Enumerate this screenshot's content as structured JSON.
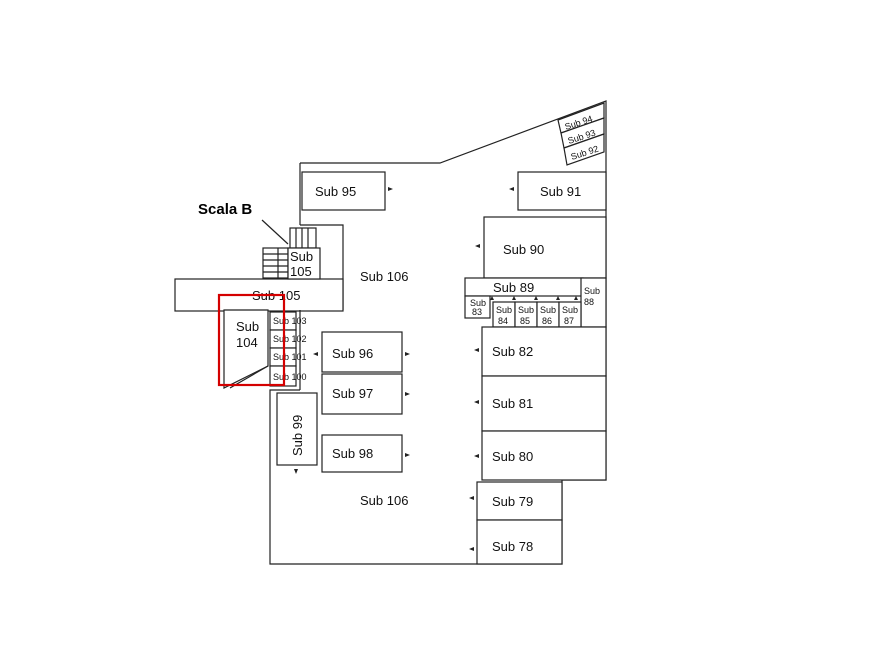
{
  "plan": {
    "scala_label": "Scala B",
    "labels": {
      "sub94": "Sub 94",
      "sub93": "Sub 93",
      "sub92": "Sub 92",
      "sub95": "Sub 95",
      "sub91": "Sub 91",
      "sub90": "Sub 90",
      "sub105a": "Sub",
      "sub105b": "105",
      "sub105_corridor": "Sub 105",
      "sub106_top": "Sub 106",
      "sub89": "Sub 89",
      "sub88a": "Sub",
      "sub88b": "88",
      "sub83a": "Sub",
      "sub83b": "83",
      "sub84a": "Sub",
      "sub84b": "84",
      "sub85a": "Sub",
      "sub85b": "85",
      "sub86a": "Sub",
      "sub86b": "86",
      "sub87a": "Sub",
      "sub87b": "87",
      "sub104a": "Sub",
      "sub104b": "104",
      "sub103": "Sub 103",
      "sub102": "Sub 102",
      "sub101": "Sub 101",
      "sub100": "Sub 100",
      "sub96": "Sub 96",
      "sub97": "Sub 97",
      "sub82": "Sub 82",
      "sub81": "Sub 81",
      "sub99": "Sub 99",
      "sub98": "Sub 98",
      "sub80": "Sub 80",
      "sub106_bottom": "Sub 106",
      "sub79": "Sub 79",
      "sub78": "Sub 78"
    },
    "highlight_color": "#d40000"
  }
}
